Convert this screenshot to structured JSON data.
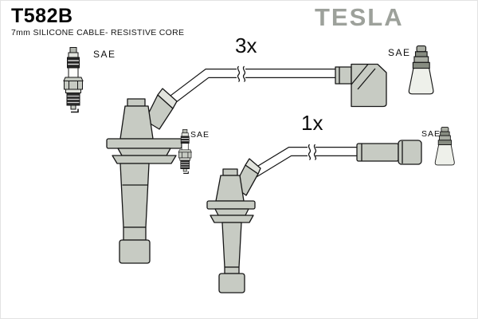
{
  "header": {
    "part_number": "T582B",
    "subtitle": "7mm SILICONE CABLE- RESISTIVE CORE",
    "brand": "TESLA"
  },
  "labels": {
    "sae": "SAE",
    "qty_three_wire": "3x",
    "qty_one_wire": "1x"
  },
  "icons": {
    "spark_plug_left": "spark-plug-icon",
    "spark_plug_middle": "spark-plug-icon",
    "boot_top_right": "spark-plug-boot-icon",
    "boot_middle_right": "spark-plug-boot-icon"
  },
  "colors": {
    "background": "#ffffff",
    "outline": "#161616",
    "boot_fill": "#c7cbc3",
    "boot_fill_light": "#e2e4de",
    "boot_fill_dark": "#878c81",
    "brand_gray": "#9da19b",
    "text": "#000000"
  }
}
